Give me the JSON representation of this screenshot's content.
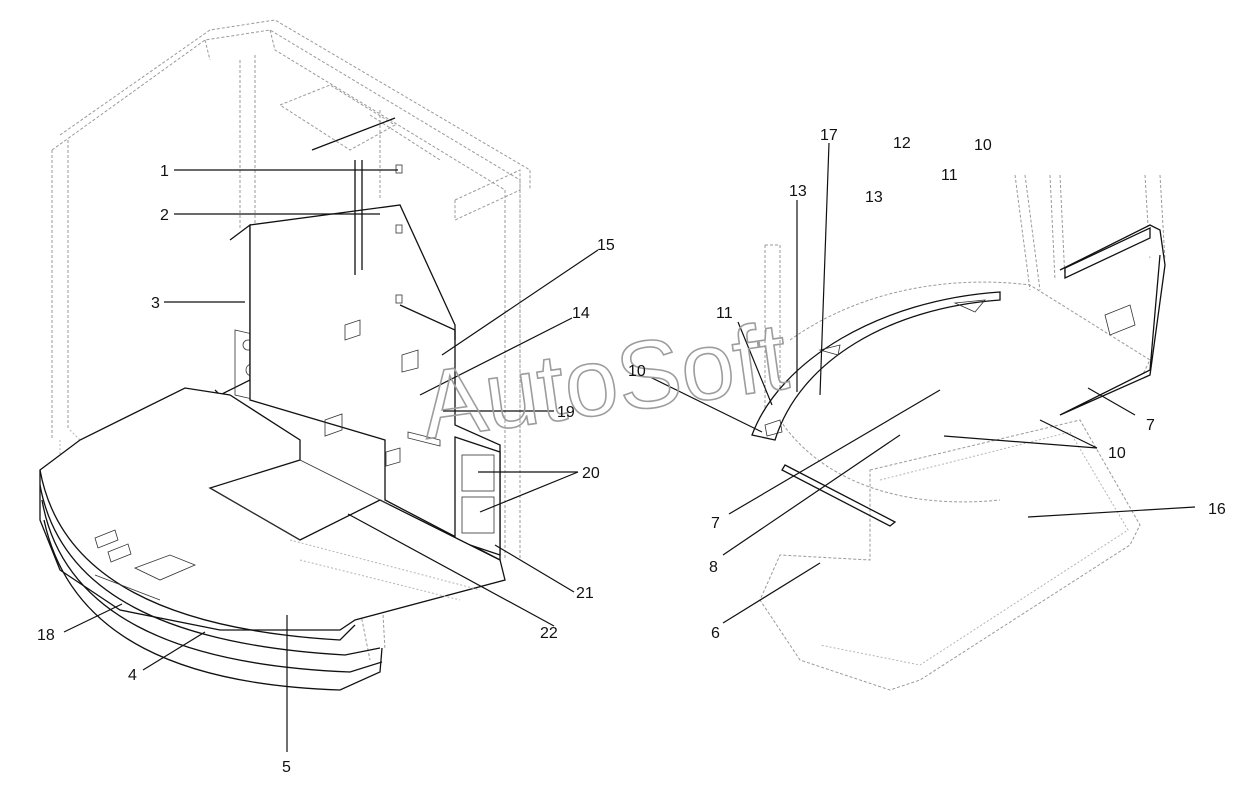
{
  "watermark": "AutoSoft",
  "left_assembly": {
    "callouts": [
      "1",
      "2",
      "3",
      "15",
      "14",
      "19",
      "20",
      "21",
      "22",
      "18",
      "4",
      "5"
    ]
  },
  "right_assembly": {
    "callouts": [
      "17",
      "12",
      "10",
      "13",
      "13",
      "11",
      "11",
      "10",
      "7",
      "10",
      "16",
      "7",
      "8",
      "6"
    ]
  }
}
